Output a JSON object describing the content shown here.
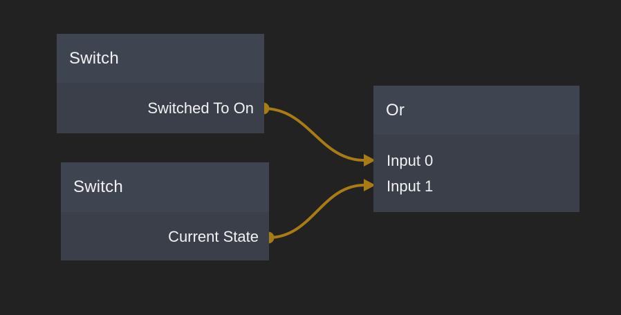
{
  "app": {
    "view": "node-graph-editor"
  },
  "theme": {
    "canvas_bg": "#222222",
    "header_bg": "#3f4451",
    "body_bg": "#3a3f4a",
    "text_color": "#f2f2f3",
    "wire_color": "#a97b15"
  },
  "nodes": [
    {
      "id": "switch-1",
      "title": "Switch",
      "outputs": [
        {
          "label": "Switched To On",
          "port_shape": "circle"
        }
      ],
      "inputs": []
    },
    {
      "id": "switch-2",
      "title": "Switch",
      "outputs": [
        {
          "label": "Current State",
          "port_shape": "circle"
        }
      ],
      "inputs": []
    },
    {
      "id": "or-1",
      "title": "Or",
      "outputs": [],
      "inputs": [
        {
          "label": "Input 0",
          "port_shape": "arrow"
        },
        {
          "label": "Input 1",
          "port_shape": "arrow"
        }
      ]
    }
  ],
  "connections": [
    {
      "from_node": "switch-1",
      "from_port": "Switched To On",
      "to_node": "or-1",
      "to_port": "Input 0"
    },
    {
      "from_node": "switch-2",
      "from_port": "Current State",
      "to_node": "or-1",
      "to_port": "Input 1"
    }
  ]
}
